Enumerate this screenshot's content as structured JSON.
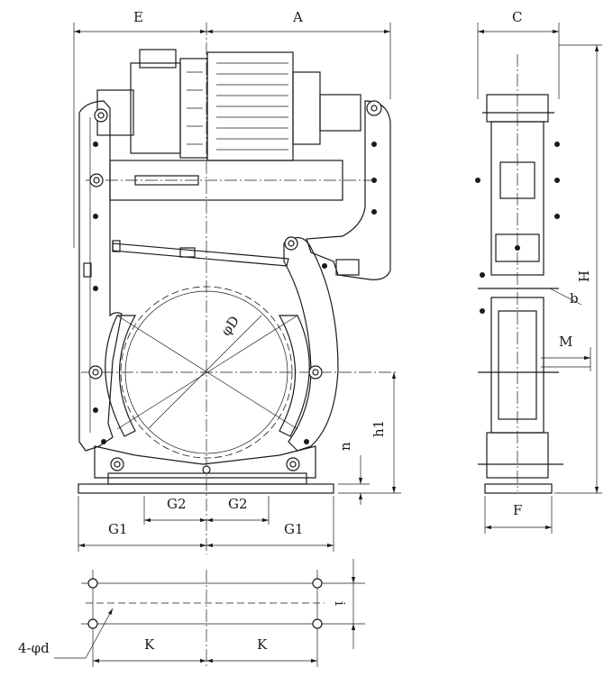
{
  "diagram": {
    "labels": {
      "E": "E",
      "A": "A",
      "C": "C",
      "H": "H",
      "b": "b",
      "M": "M",
      "phiD": "φD",
      "n": "n",
      "h1": "h1",
      "G2_left": "G2",
      "G2_right": "G2",
      "G1_left": "G1",
      "G1_right": "G1",
      "F": "F",
      "K_left": "K",
      "K_right": "K",
      "holes": "4-φd",
      "i": "i"
    }
  }
}
